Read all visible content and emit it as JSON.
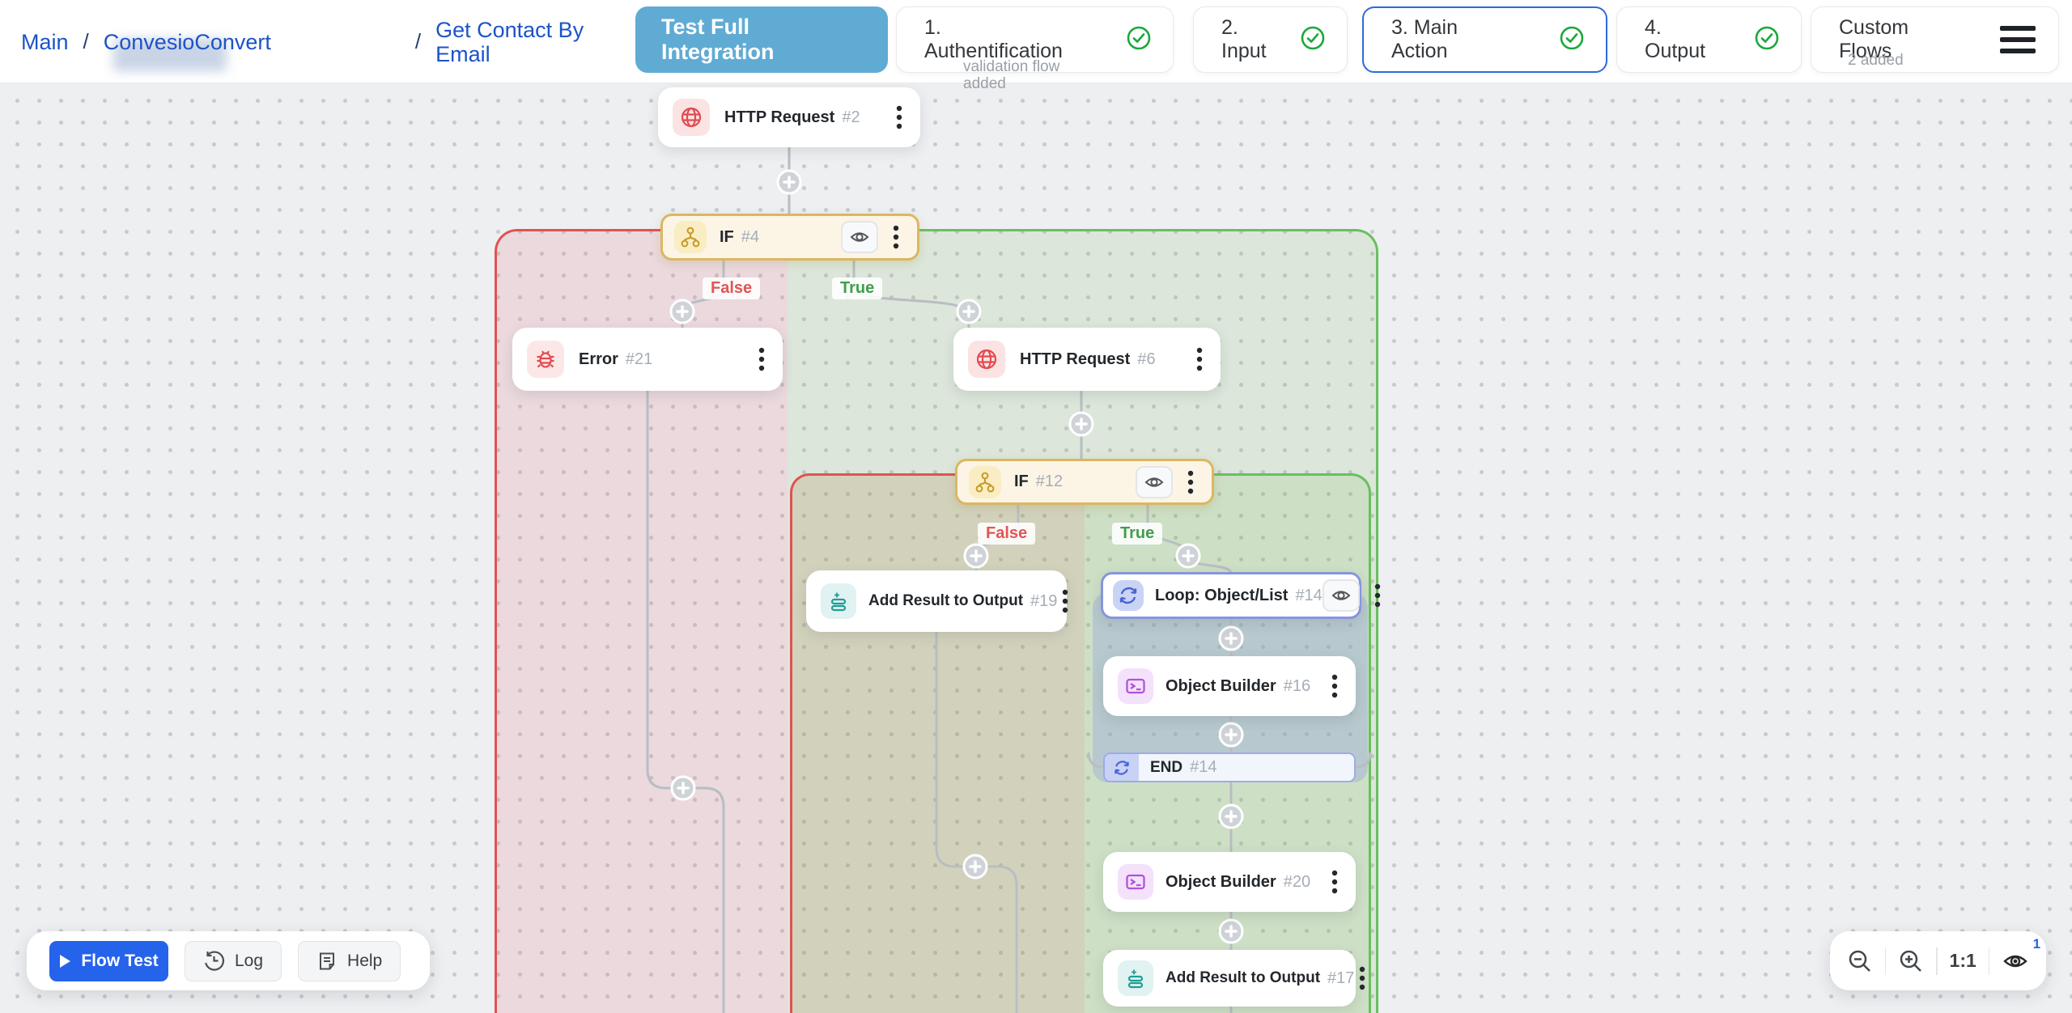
{
  "breadcrumb": {
    "main": "Main",
    "sep": "/",
    "app": "ConvesioConvert",
    "flow": "Get Contact By Email"
  },
  "toolbar": {
    "test_button": {
      "line1": "Test Full",
      "line2": "Integration"
    },
    "tabs": [
      {
        "line1": "1.",
        "line2": "Authentification",
        "sub": "validation flow added"
      },
      {
        "line1": "2.",
        "line2": "Input"
      },
      {
        "line1": "3. Main",
        "line2": "Action"
      },
      {
        "line1": "4.",
        "line2": "Output"
      },
      {
        "line1": "Custom",
        "line2": "Flows",
        "sub": "2 added"
      }
    ]
  },
  "canvas": {
    "nodes": [
      {
        "label": "HTTP Request",
        "ref": "#2"
      },
      {
        "label": "IF",
        "ref": "#4"
      },
      {
        "label": "Error",
        "ref": "#21"
      },
      {
        "label": "HTTP Request",
        "ref": "#6"
      },
      {
        "label": "IF",
        "ref": "#12"
      },
      {
        "label": "Add Result to Output",
        "ref": "#19"
      },
      {
        "label": "Loop: Object/List",
        "ref": "#14"
      },
      {
        "label": "Object Builder",
        "ref": "#16"
      },
      {
        "label": "END",
        "ref": "#14"
      },
      {
        "label": "Object Builder",
        "ref": "#20"
      },
      {
        "label": "Add Result to Output",
        "ref": "#17"
      }
    ],
    "branches": {
      "if4_false": "False",
      "if4_true": "True",
      "if12_false": "False",
      "if12_true": "True"
    }
  },
  "footer": {
    "flow_test": "Flow Test",
    "log": "Log",
    "help": "Help",
    "zoom_ratio": "1:1",
    "eye_count": "1"
  },
  "colors": {
    "link_blue": "#1d53c8",
    "test_btn": "#60abd3",
    "tab_active": "#2e6bd8",
    "green_check": "#1ba83c",
    "false_red": "#e25555",
    "true_green": "#3f9e4d",
    "accent_blue": "#2563eb",
    "region_red": "#e05252",
    "region_green": "#6abf5e"
  }
}
